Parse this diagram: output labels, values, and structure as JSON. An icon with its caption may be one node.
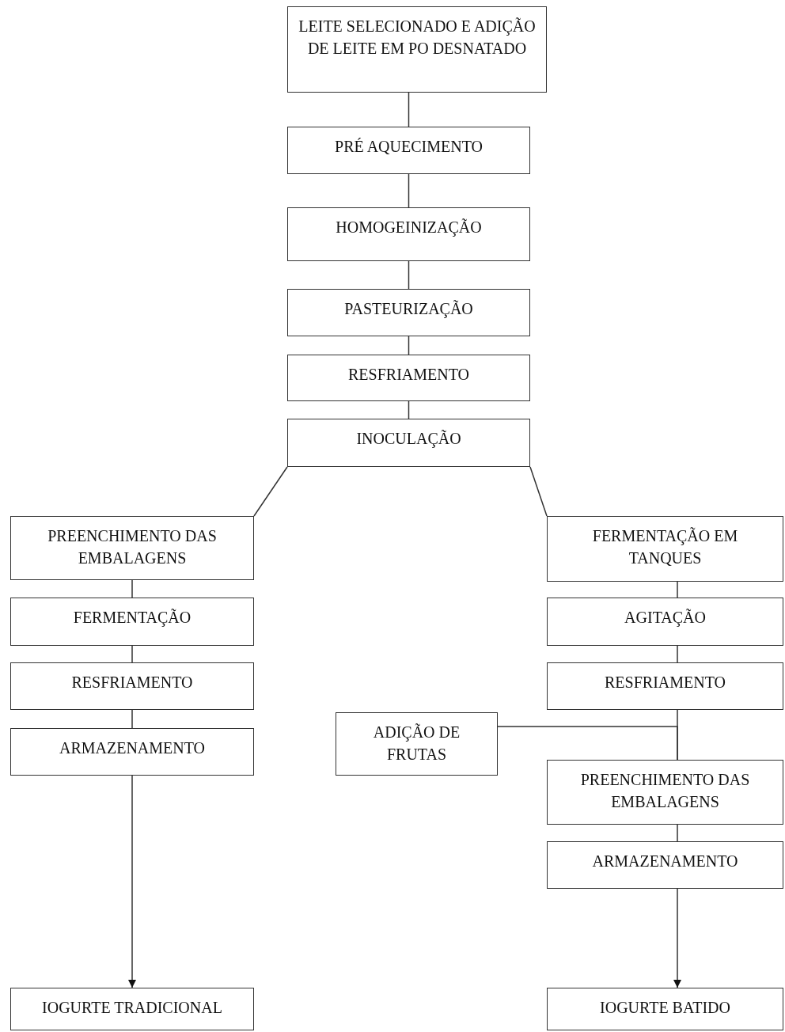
{
  "diagram": {
    "nodes": [
      {
        "text": [
          "LEITE SELECIONADO E ADIÇÃO DE LEITE EM PO DESNATADO"
        ]
      },
      {
        "text": [
          "PRÉ AQUECIMENTO"
        ]
      },
      {
        "text": [
          "HOMOGEINIZAÇÃO"
        ]
      },
      {
        "text": [
          "PASTEURIZAÇÃO"
        ]
      },
      {
        "text": [
          "RESFRIAMENTO"
        ]
      },
      {
        "text": [
          "INOCULAÇÃO"
        ]
      },
      {
        "text": [
          "PREENCHIMENTO DAS EMBALAGENS"
        ]
      },
      {
        "text": [
          "FERMENTAÇÃO"
        ]
      },
      {
        "text": [
          "RESFRIAMENTO"
        ]
      },
      {
        "text": [
          "ARMAZENAMENTO"
        ]
      },
      {
        "text": [
          "IOGURTE TRADICIONAL"
        ]
      },
      {
        "text": [
          "FERMENTAÇÃO EM TANQUES"
        ]
      },
      {
        "text": [
          "AGITAÇÃO"
        ]
      },
      {
        "text": [
          "RESFRIAMENTO"
        ]
      },
      {
        "text": [
          "ADIÇÃO DE FRUTAS"
        ]
      },
      {
        "text": [
          "PREENCHIMENTO DAS EMBALAGENS"
        ]
      },
      {
        "text": [
          "ARMAZENAMENTO"
        ]
      },
      {
        "text": [
          "IOGURTE BATIDO"
        ]
      }
    ],
    "edges": [
      {
        "from": 0,
        "to": 1,
        "arrow": "none"
      },
      {
        "from": 1,
        "to": 2,
        "arrow": "none"
      },
      {
        "from": 2,
        "to": 3,
        "arrow": "none"
      },
      {
        "from": 3,
        "to": 4,
        "arrow": "none"
      },
      {
        "from": 4,
        "to": 5,
        "arrow": "none"
      },
      {
        "from": 5,
        "to": 6,
        "arrow": "none"
      },
      {
        "from": 5,
        "to": 11,
        "arrow": "none"
      },
      {
        "from": 6,
        "to": 7,
        "arrow": "none"
      },
      {
        "from": 7,
        "to": 8,
        "arrow": "none"
      },
      {
        "from": 8,
        "to": 9,
        "arrow": "none"
      },
      {
        "from": 9,
        "to": 10,
        "arrow": "to"
      },
      {
        "from": 11,
        "to": 12,
        "arrow": "none"
      },
      {
        "from": 12,
        "to": 13,
        "arrow": "none"
      },
      {
        "from": 13,
        "to": 15,
        "arrow": "none"
      },
      {
        "from": 14,
        "to": 15,
        "arrow": "none"
      },
      {
        "from": 15,
        "to": 16,
        "arrow": "none"
      },
      {
        "from": 16,
        "to": 17,
        "arrow": "to"
      }
    ]
  }
}
